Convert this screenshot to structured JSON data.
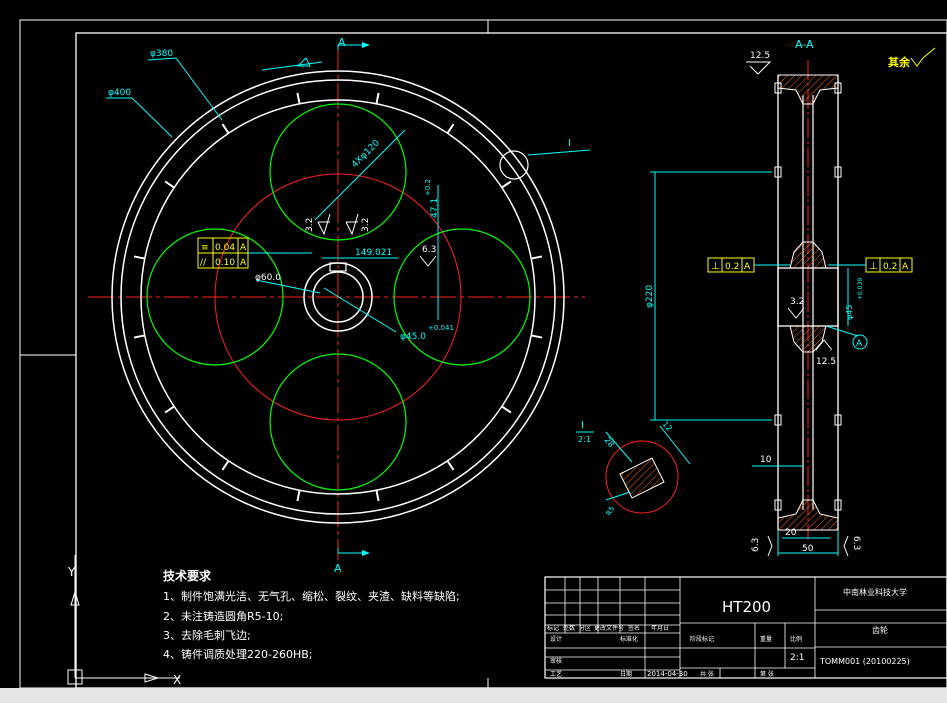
{
  "colors": {
    "background": "#000000",
    "outline": "#ffffff",
    "dimension": "#00ffff",
    "centerline": "#ff2020",
    "pitch_circle": "#00ff00",
    "annotation": "#ffff00",
    "hatch": "#ff6600",
    "statusbar": "#e6e6e6"
  },
  "front_view": {
    "section_mark_top": "A",
    "section_mark_bottom": "A",
    "dim_d380": "φ380",
    "dim_d400": "φ400",
    "dim_holes": "4Xφ120",
    "dim_circle": "149.021",
    "dim_hub": "φ60.0",
    "dim_bore": "φ45.0",
    "dim_bore_tol": "+0.041",
    "dim_47": "47.1",
    "dim_47_tol": "+0.2",
    "roughness_32a": "3.2",
    "roughness_32b": "3.2",
    "roughness_63": "6.3",
    "detail_callout": "I",
    "tolerance_rows": [
      {
        "symbol": "≡",
        "value": "0.04",
        "datum": "A"
      },
      {
        "symbol": "//",
        "value": "0.10",
        "datum": "A"
      }
    ]
  },
  "section_view": {
    "title": "A-A",
    "corner_note": "其余",
    "roughness_top": "12.5",
    "roughness_bottom": "12.5",
    "roughness_hub": "3.2",
    "roughness_left": "6.3",
    "roughness_right": "6.3",
    "dim_220": "φ220",
    "dim_bore": "φ45",
    "dim_bore_tol": "+0.039",
    "dim_10": "10",
    "dim_20": "20",
    "dim_50": "50",
    "tol_left": {
      "symbol": "⊥",
      "value": "0.2",
      "datum": "A"
    },
    "tol_right": {
      "symbol": "⊥",
      "value": "0.2",
      "datum": "A"
    },
    "datum_label": "A"
  },
  "detail_view": {
    "label": "I",
    "scale": "2:1",
    "dim_a": "28",
    "dim_b": "12",
    "dim_c": "R5"
  },
  "tech_requirements": {
    "title": "技术要求",
    "items": [
      "1、制件饱满光洁、无气孔、缩松、裂纹、夹渣、缺料等缺陷;",
      "2、未注铸造圆角R5-10;",
      "3、去除毛刺飞边;",
      "4、铸件调质处理220-260HB;"
    ]
  },
  "title_block": {
    "material": "HT200",
    "university": "中南林业科技大学",
    "part_name": "齿轮",
    "scale": "2:1",
    "drawing_no": "TOMM001 (20100225)",
    "date": "2014-04-30",
    "labels": {
      "designer": "设计",
      "checker": "审核",
      "process": "工艺",
      "date_label": "日期",
      "stage": "阶段标记",
      "weight": "重量",
      "scale_label": "比例",
      "sheets": "共 张",
      "sheet": "第 张",
      "mark": "标记",
      "count": "处数",
      "partition": "分区",
      "change_no": "更改文件号",
      "sign": "签名",
      "ymd": "年月日",
      "std": "标准化"
    }
  },
  "ucs": {
    "x_label": "X",
    "y_label": "Y"
  }
}
